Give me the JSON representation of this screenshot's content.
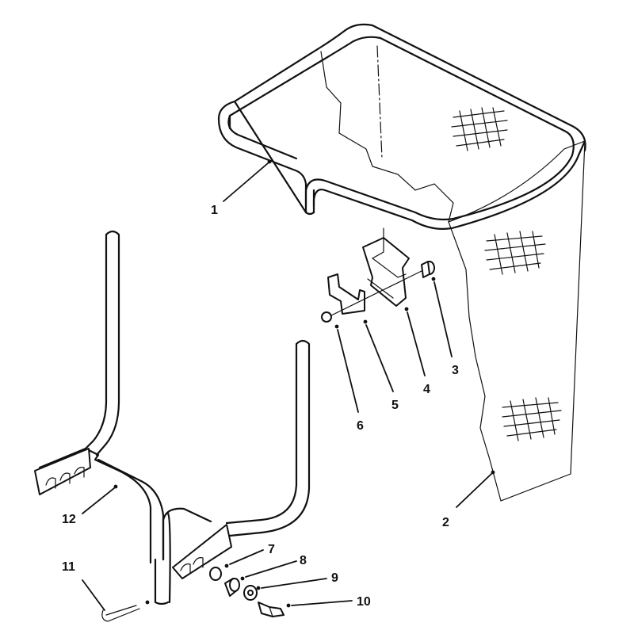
{
  "callouts": [
    {
      "id": "1"
    },
    {
      "id": "2"
    },
    {
      "id": "3"
    },
    {
      "id": "4"
    },
    {
      "id": "5"
    },
    {
      "id": "6"
    },
    {
      "id": "7"
    },
    {
      "id": "8"
    },
    {
      "id": "9"
    },
    {
      "id": "10"
    },
    {
      "id": "11"
    },
    {
      "id": "12"
    }
  ],
  "colors": {
    "ink": "#111111",
    "paper": "#ffffff"
  }
}
